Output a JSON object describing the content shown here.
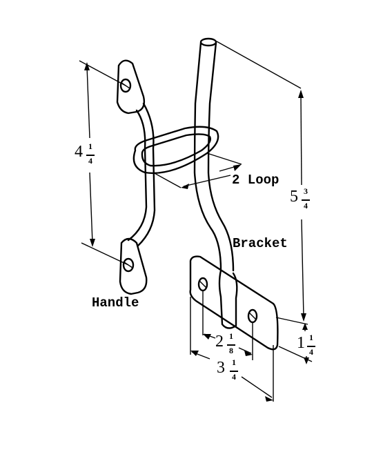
{
  "labels": {
    "loop": "2 Loop",
    "bracket": "Bracket",
    "handle": "Handle"
  },
  "dimensions": {
    "handle_height": {
      "whole": "4",
      "num": "1",
      "den": "4"
    },
    "bracket_height": {
      "whole": "5",
      "num": "3",
      "den": "4"
    },
    "hole_spacing": {
      "whole": "2",
      "num": "1",
      "den": "8"
    },
    "plate_width": {
      "whole": "3",
      "num": "1",
      "den": "4"
    },
    "plate_height": {
      "whole": "1",
      "num": "1",
      "den": "4"
    }
  }
}
